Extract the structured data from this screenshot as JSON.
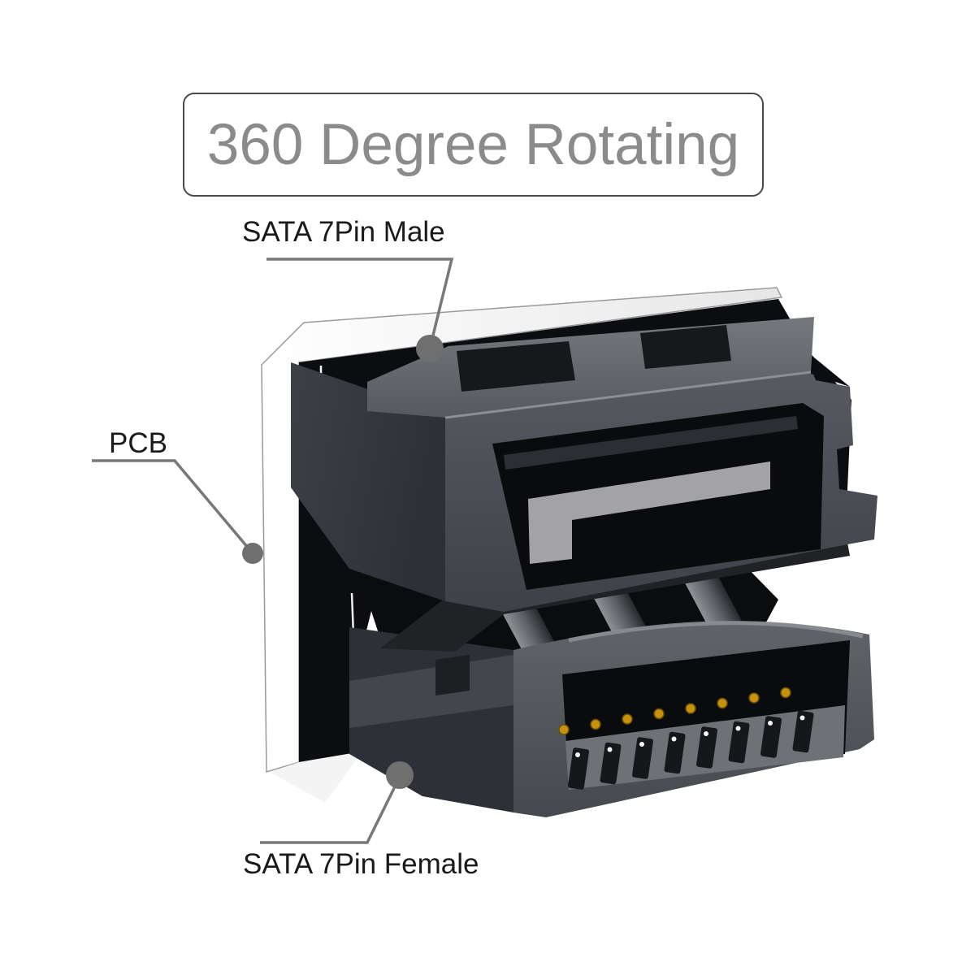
{
  "title": {
    "text": "360 Degree Rotating"
  },
  "labels": {
    "male": {
      "text": "SATA 7Pin Male"
    },
    "pcb": {
      "text": "PCB"
    },
    "female": {
      "text": "SATA 7Pin Female"
    }
  },
  "device": {
    "pins": {
      "count": 8,
      "color": "#c6920e"
    },
    "slots": {
      "count": 8,
      "color": "#15171a"
    }
  },
  "colors": {
    "title_text": "#8b8b8b",
    "title_border": "#4a4a4a",
    "label_text": "#1a1a1a",
    "leader_line": "#787878",
    "callout_dot": "#6f6f6f",
    "pcb_white": "#fbfbfb",
    "body_dark": "#33363c",
    "body_frame": "#4b4e54",
    "cavity_black": "#0a0b0d",
    "key_tab_gray": "#a3a3a6",
    "pin_gold": "#c6920e"
  }
}
